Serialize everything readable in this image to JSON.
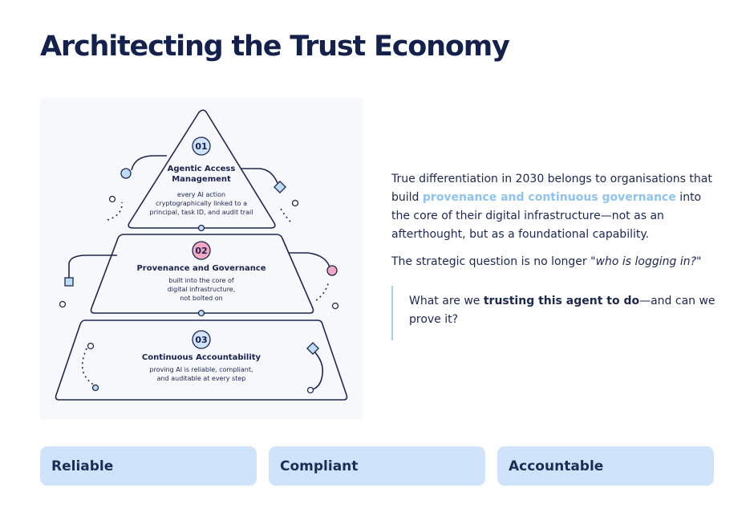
{
  "page": {
    "title": "Architecting the Trust Economy"
  },
  "diagram": {
    "tiers": [
      {
        "number": "01",
        "title_lines": [
          "Agentic Access",
          "Management"
        ],
        "desc_lines": [
          "every AI action",
          "cryptographically linked to a",
          "principal, task ID, and audit trail"
        ],
        "badge_color": "#cfe4fb"
      },
      {
        "number": "02",
        "title_lines": [
          "Provenance and Governance"
        ],
        "desc_lines": [
          "built into the core of",
          "digital infrastructure,",
          "not bolted on"
        ],
        "badge_color": "#f3a8c4"
      },
      {
        "number": "03",
        "title_lines": [
          "Continuous Accountability"
        ],
        "desc_lines": [
          "proving AI is reliable, compliant,",
          "and auditable at every step"
        ],
        "badge_color": "#cfe4fb"
      }
    ],
    "colors": {
      "outline": "#1e2752",
      "accent_blue": "#bfdcf7",
      "accent_pink": "#f3a8c4"
    }
  },
  "content": {
    "p1_before": "True differentiation in 2030 belongs to organisations that build ",
    "p1_highlight": "provenance and continuous governance",
    "p1_after": " into the core of their digital infrastructure—not as an afterthought, but as a foundational capability.",
    "p2_before": "The strategic question is no longer ",
    "p2_italic": "\"who is logging in?\"",
    "quote_before": "What are we ",
    "quote_bold": "trusting this agent to do",
    "quote_after": "—and can we prove it?"
  },
  "cards": [
    {
      "label": "Reliable"
    },
    {
      "label": "Compliant"
    },
    {
      "label": "Accountable"
    }
  ]
}
